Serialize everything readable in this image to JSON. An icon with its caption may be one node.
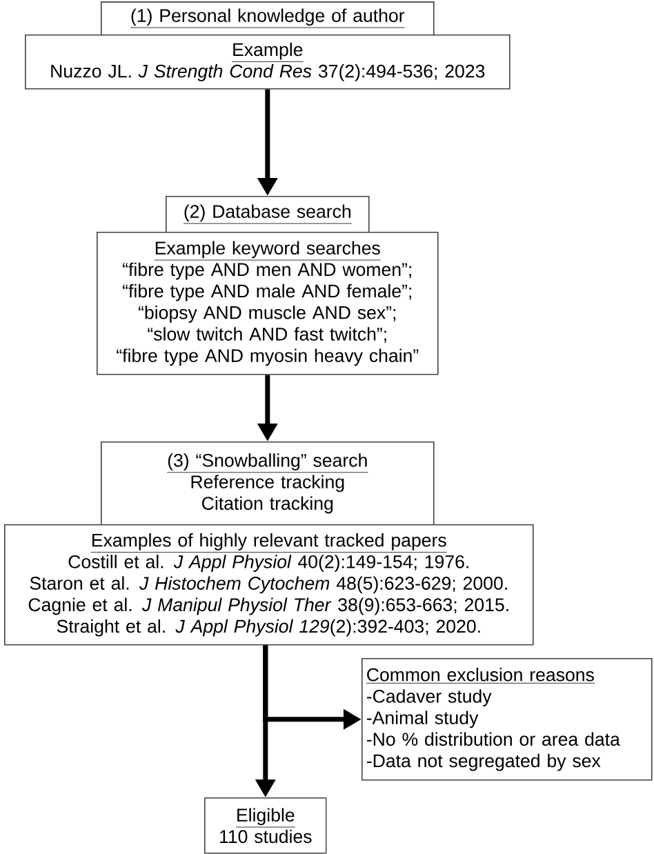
{
  "diagram": {
    "nodes": [
      {
        "text": [
          "(1) Personal knowledge of author"
        ]
      },
      {
        "text": [
          "Example",
          "Nuzzo JL. *J Strength Cond Res* 37(2):494-536; 2023"
        ]
      },
      {
        "text": [
          "(2) Database search"
        ]
      },
      {
        "text": [
          "Example keyword searches",
          "“fibre type AND men AND women”;",
          "“fibre type AND male AND female”;",
          "“biopsy AND muscle AND sex”;",
          "“slow twitch AND fast twitch”;",
          "“fibre type AND myosin heavy chain”"
        ]
      },
      {
        "text": [
          "(3) “Snowballing” search",
          "Reference tracking",
          "Citation tracking"
        ]
      },
      {
        "text": [
          "Examples of highly relevant tracked papers",
          "Costill et al. *J Appl Physiol* 40(2):149-154; 1976.",
          "Staron et al. *J Histochem Cytochem* 48(5):623-629; 2000.",
          "Cagnie et al. *J Manipul Physiol Ther* 38(9):653-663; 2015.",
          "Straight et al. *J Appl Physiol 129*(2):392-403; 2020."
        ]
      },
      {
        "text": [
          "Common exclusion reasons",
          "-Cadaver study",
          "-Animal study",
          "-No % distribution or area data",
          "-Data not segregated by sex"
        ]
      },
      {
        "text": [
          "Eligible",
          "110 studies"
        ]
      }
    ],
    "edges": [
      {
        "from": 1,
        "to": 2,
        "arrow": "to"
      },
      {
        "from": 3,
        "to": 4,
        "arrow": "to"
      },
      {
        "from": 5,
        "to": 6,
        "arrow": "to"
      },
      {
        "from": 5,
        "to": 7,
        "arrow": "to"
      }
    ]
  }
}
